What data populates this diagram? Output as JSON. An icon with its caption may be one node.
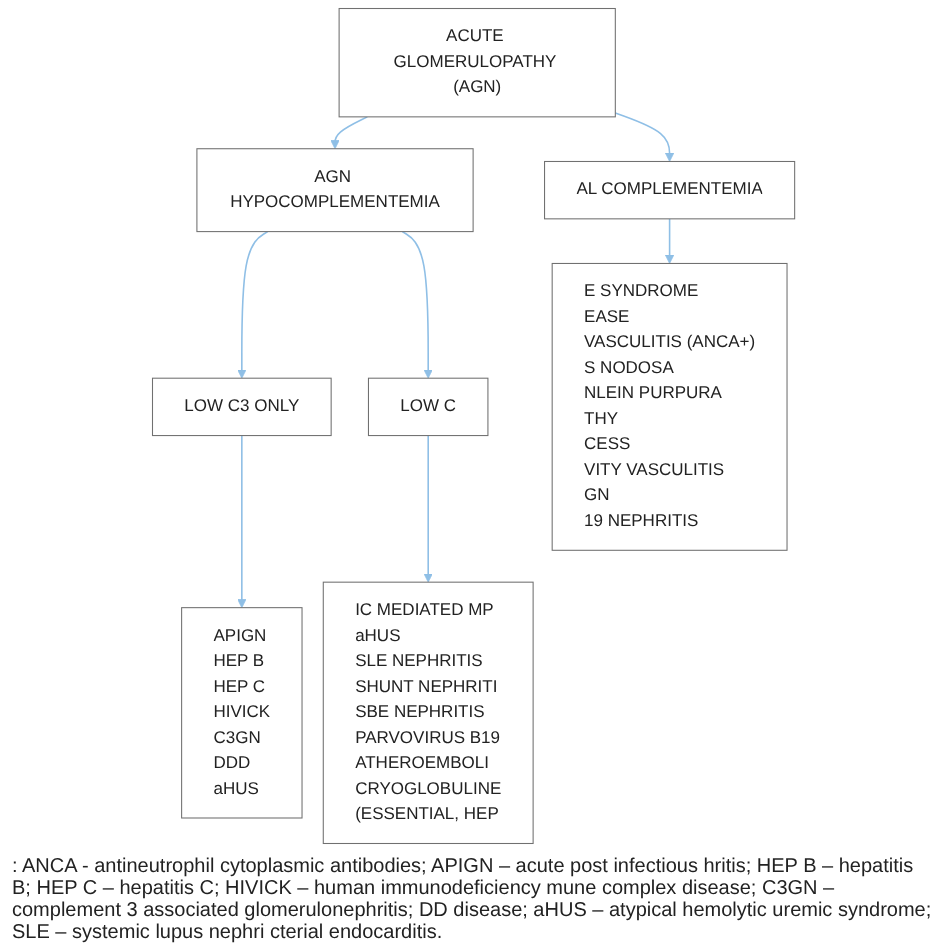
{
  "diagram": {
    "nodes": [
      {
        "text": [
          "ACUTE GLOMERULOPATHY (AGN)"
        ]
      },
      {
        "text": [
          "AL COMPLEMENTEMIA"
        ]
      },
      {
        "text": [
          "AGN HYPOCOMPLEMENTEMIA"
        ]
      },
      {
        "text": [
          "LOW C3 ONLY"
        ]
      },
      {
        "text": [
          "LOW C"
        ]
      },
      {
        "text": [
          "E SYNDROME",
          "EASE",
          "VASCULITIS (ANCA+)",
          "S NODOSA",
          "NLEIN PURPURA",
          "THY",
          "CESS",
          "VITY VASCULITIS",
          "GN",
          "19 NEPHRITIS"
        ]
      },
      {
        "text": [
          "APIGN",
          "HEP B",
          "HEP C",
          "HIVICK",
          "C3GN",
          "DDD",
          "aHUS"
        ]
      },
      {
        "text": [
          "IC MEDIATED MP",
          "aHUS",
          "SLE NEPHRITIS",
          "SHUNT NEPHRITI",
          "SBE NEPHRITIS",
          "PARVOVIRUS B19",
          "ATHEROEMBOLI",
          "CRYOGLOBULINE",
          "(ESSENTIAL, HEP"
        ]
      }
    ],
    "edges": [
      {
        "from": 0,
        "to": 1,
        "arrow": "to"
      },
      {
        "from": 0,
        "to": 2,
        "arrow": "to"
      },
      {
        "from": 1,
        "to": 5,
        "arrow": "to"
      },
      {
        "from": 2,
        "to": 3,
        "arrow": "to"
      },
      {
        "from": 2,
        "to": 4,
        "arrow": "to"
      },
      {
        "from": 3,
        "to": 6,
        "arrow": "to"
      },
      {
        "from": 4,
        "to": 7,
        "arrow": "to"
      }
    ],
    "labels": [
      ": ANCA - antineutrophil cytoplasmic antibodies; APIGN – acute post infectious hritis; HEP B – hepatitis B; HEP C – hepatitis C; HIVICK – human immunodeficiency mune complex disease; C3GN – complement 3 associated glomerulonephritis; DD disease; aHUS – atypical hemolytic uremic syndrome; SLE – systemic lupus nephri cterial endocarditis."
    ]
  }
}
